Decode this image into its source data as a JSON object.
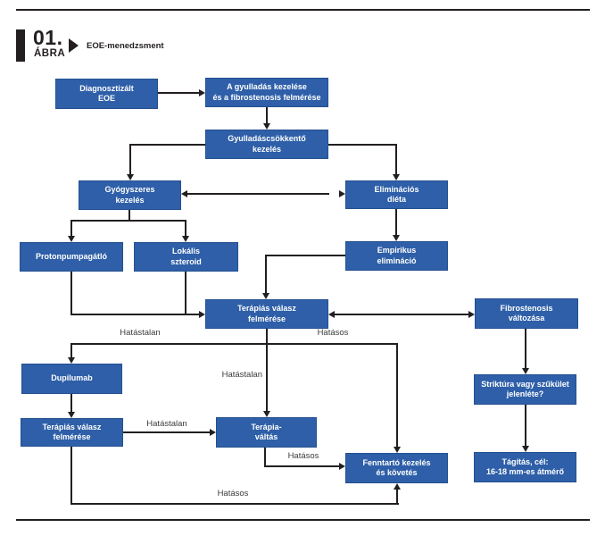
{
  "figure_header": {
    "number": "01.",
    "label": "ÁBRA",
    "title": "EOE-menedzsment"
  },
  "flowchart": {
    "nodes": {
      "diagnosed": "Diagnosztizált\nEOE",
      "inflammation": "A gyulladás kezelése\nés a fibrostenosis felmérése",
      "antiinflammatory": "Gyulladáscsökkentő\nkezelés",
      "drug_therapy": "Gyógyszeres\nkezelés",
      "elimination_diet": "Eliminációs\ndiéta",
      "ppi": "Protonpumpagátló",
      "topical_steroid": "Lokális\nszteroid",
      "empirical_elimination": "Empirikus\nelimináció",
      "response_assessment_1": "Terápiás válasz\nfelmérése",
      "fibrostenosis_change": "Fibrostenosis\nváltozása",
      "dupilumab": "Dupilumab",
      "response_assessment_2": "Terápiás válasz\nfelmérése",
      "therapy_switch": "Terápia-\nváltás",
      "stricture_question": "Striktúra vagy szűkület\njelenléte?",
      "maintenance": "Fenntartó kezelés\nés követés",
      "dilation": "Tágítás, cél:\n16-18 mm-es átmérő"
    },
    "edge_labels": {
      "ineffective_1": "Hatástalan",
      "effective_1": "Hatásos",
      "ineffective_2": "Hatástalan",
      "ineffective_3": "Hatástalan",
      "effective_2": "Hatásos",
      "effective_3": "Hatásos"
    }
  },
  "colors": {
    "node_blue": "#2e5fa8",
    "node_border": "#24508f",
    "line_black": "#231f20",
    "label_gray": "#3c3c3b",
    "text_white": "#ffffff"
  }
}
